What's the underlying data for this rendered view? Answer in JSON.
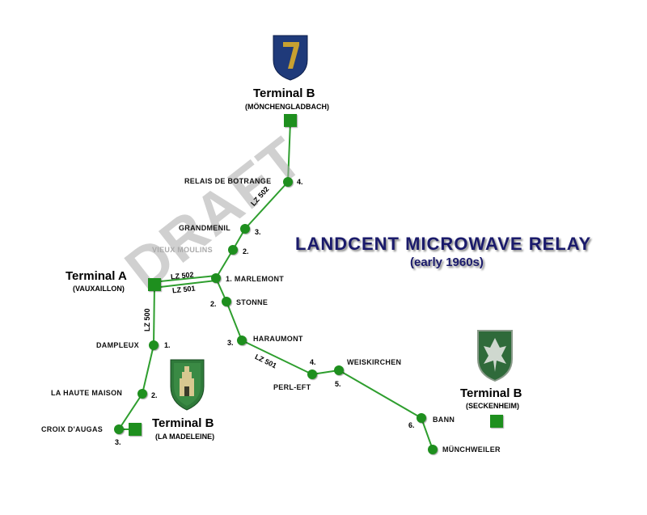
{
  "title": "LANDCENT MICROWAVE RELAY",
  "subtitle": "(early 1960s)",
  "watermark": "DRAFT",
  "terminals": {
    "monchengladbach": {
      "name": "Terminal B",
      "location": "(MÖNCHENGLADBACH)"
    },
    "vauxaillon": {
      "name": "Terminal A",
      "location": "(VAUXAILLON)"
    },
    "madeleine": {
      "name": "Terminal B",
      "location": "(LA MADELEINE)"
    },
    "seckenheim": {
      "name": "Terminal B",
      "location": "(SECKENHEIM)"
    }
  },
  "stations": {
    "botrange": {
      "name": "RELAIS DE BOTRANGE",
      "num": "4."
    },
    "grandmenil": {
      "name": "GRANDMENIL",
      "num": "3."
    },
    "vieux": {
      "name": "VIEUX MOULINS",
      "num": "2."
    },
    "marlemont": {
      "name": "1. MARLEMONT"
    },
    "stonne": {
      "name": "STONNE",
      "num": "2."
    },
    "haraumont": {
      "name": "HARAUMONT",
      "num": "3."
    },
    "perleft": {
      "name": "PERL-EFT",
      "num": "4."
    },
    "weiskirchen": {
      "name": "WEISKIRCHEN",
      "num": "5."
    },
    "bann": {
      "name": "BANN",
      "num": "6."
    },
    "munchweiler": {
      "name": "MÜNCHWEILER"
    },
    "dampleux": {
      "name": "DAMPLEUX",
      "num": "1."
    },
    "hautemaison": {
      "name": "LA HAUTE MAISON",
      "num": "2."
    },
    "croix": {
      "name": "CROIX D'AUGAS",
      "num": "3."
    }
  },
  "links": {
    "lz502_north": "LZ 502",
    "lz502_west": "LZ 502",
    "lz501_west": "LZ 501",
    "lz500": "LZ 500",
    "lz501_east": "LZ 501"
  },
  "colors": {
    "node": "#1e8f1e",
    "line": "#2e9e2e",
    "title": "#1a1a6b",
    "shield_blue": "#1f3a7a",
    "shield_gold": "#c8a030",
    "shield_green": "#2f7a3a",
    "shield_grey": "#8a9a8a"
  },
  "icons": {
    "shield_7": "shield-7-icon",
    "shield_madeleine": "shield-tower-icon",
    "shield_seckenheim": "shield-eagle-icon"
  }
}
